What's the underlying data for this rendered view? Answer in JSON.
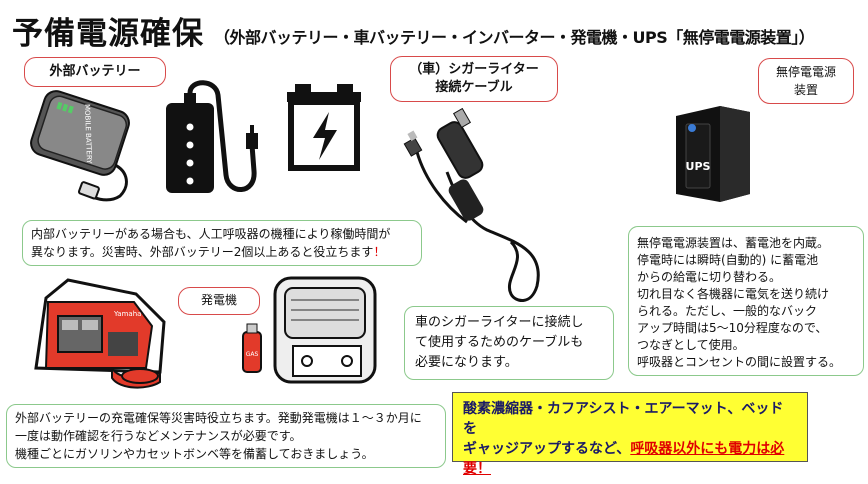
{
  "header": {
    "title": "予備電源確保",
    "subtitle": "（外部バッテリー・車バッテリー・インバーター・発電機・UPS「無停電電源装置」）"
  },
  "callouts": {
    "battery": "外部バッテリー",
    "cigar_line1": "（車）シガーライター",
    "cigar_line2": "接続ケーブル",
    "generator": "発電機",
    "ups_line1": "無停電電源",
    "ups_line2": "装置"
  },
  "images": {
    "battery_brand": "MOBILE BATTERY",
    "ups_label": "UPS",
    "generator_brand": "Yamaha",
    "gas_label": "GAS"
  },
  "notes": {
    "battery_line1": "内部バッテリーがある場合も、人工呼吸器の機種により稼働時間が",
    "battery_line2": "異なります。災害時、外部バッテリー2個以上あると役立ちます",
    "battery_mark": "！",
    "cigar": [
      "車のシガーライターに接続し",
      "て使用するためのケーブルも",
      "必要になります。"
    ],
    "ups": [
      "無停電電源装置は、蓄電池を内蔵。",
      "停電時には瞬時(自動的) に蓄電池",
      "からの給電に切り替わる。",
      "切れ目なく各機器に電気を送り続け",
      "られる。ただし、一般的なバック",
      "アップ時間は5～10分程度なので、",
      "つなぎとして使用。",
      "呼吸器とコンセントの間に設置する。"
    ],
    "generator": [
      "外部バッテリーの充電確保等災害時役立ちます。発動発電機は１～３か月に",
      "一度は動作確認を行うなどメンテナンスが必要です。",
      "機種ごとにガソリンやカセットボンベ等を備蓄しておきましょう。"
    ]
  },
  "highlight": {
    "line1": "酸素濃縮器・カフアシスト・エアーマット、ベッドを",
    "line2_prefix": "ギャッジアップするなど、",
    "line2_emphasis": "呼吸器以外にも電力は必要！"
  },
  "colors": {
    "callout_border": "#d84a4a",
    "note_border": "#8cc98c",
    "highlight_bg": "#ffff33",
    "emphasis": "#e00000"
  }
}
